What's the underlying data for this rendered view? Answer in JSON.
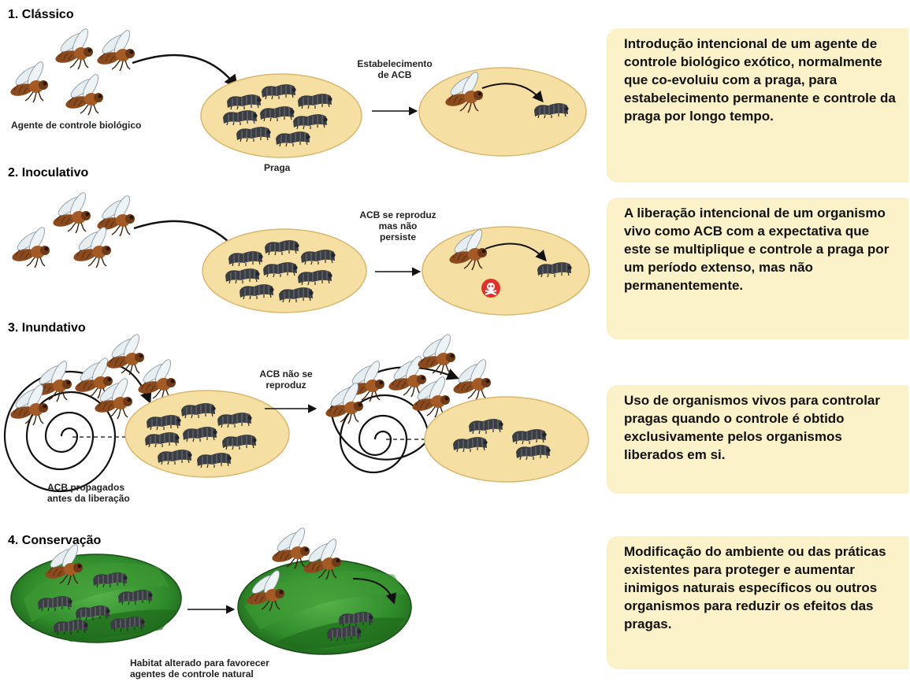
{
  "colors": {
    "ellipse_fill": "#f6dfa2",
    "note_bg": "#fcf2c9",
    "caterpillar": "#3a3d42",
    "fly_body": "#8a4a1e",
    "habitat_green": "#2f8a2a"
  },
  "sections": [
    {
      "heading": "1. Clássico",
      "labels": {
        "agent": "Agente de controle biológico",
        "pest": "Praga",
        "result_line1": "Estabelecimento",
        "result_line2": "de ACB"
      },
      "description": "Introdução intencional  de um agente de controle biológico  exótico, normalmente que co-evoluiu com a praga, para estabelecimento permanente e controle  da praga por longo tempo."
    },
    {
      "heading": "2. Inoculativo",
      "labels": {
        "result_line1": "ACB se reproduz",
        "result_line2": "mas não",
        "result_line3": "persiste"
      },
      "description": "A liberação intencional  de um organismo vivo  como ACB com a expectativa que este se multiplique  e controle a praga por um período extenso, mas não permanentemente."
    },
    {
      "heading": "3. Inundativo",
      "labels": {
        "result_line1": "ACB não se",
        "result_line2": "reproduz",
        "propagated_line1": "ACB propagados",
        "propagated_line2": "antes da liberação"
      },
      "description": "Uso de organismos vivos para controlar pragas quando  o controle é obtido exclusivamente pelos organismos liberados  em si."
    },
    {
      "heading": "4. Conservação",
      "labels": {
        "habitat_line1": "Habitat alterado para favorecer",
        "habitat_line2": "agentes de controle natural"
      },
      "description": "Modificação do ambiente ou das práticas existentes para proteger e aumentar inimigos  naturais específicos ou outros organismos para reduzir os efeitos das pragas."
    }
  ]
}
